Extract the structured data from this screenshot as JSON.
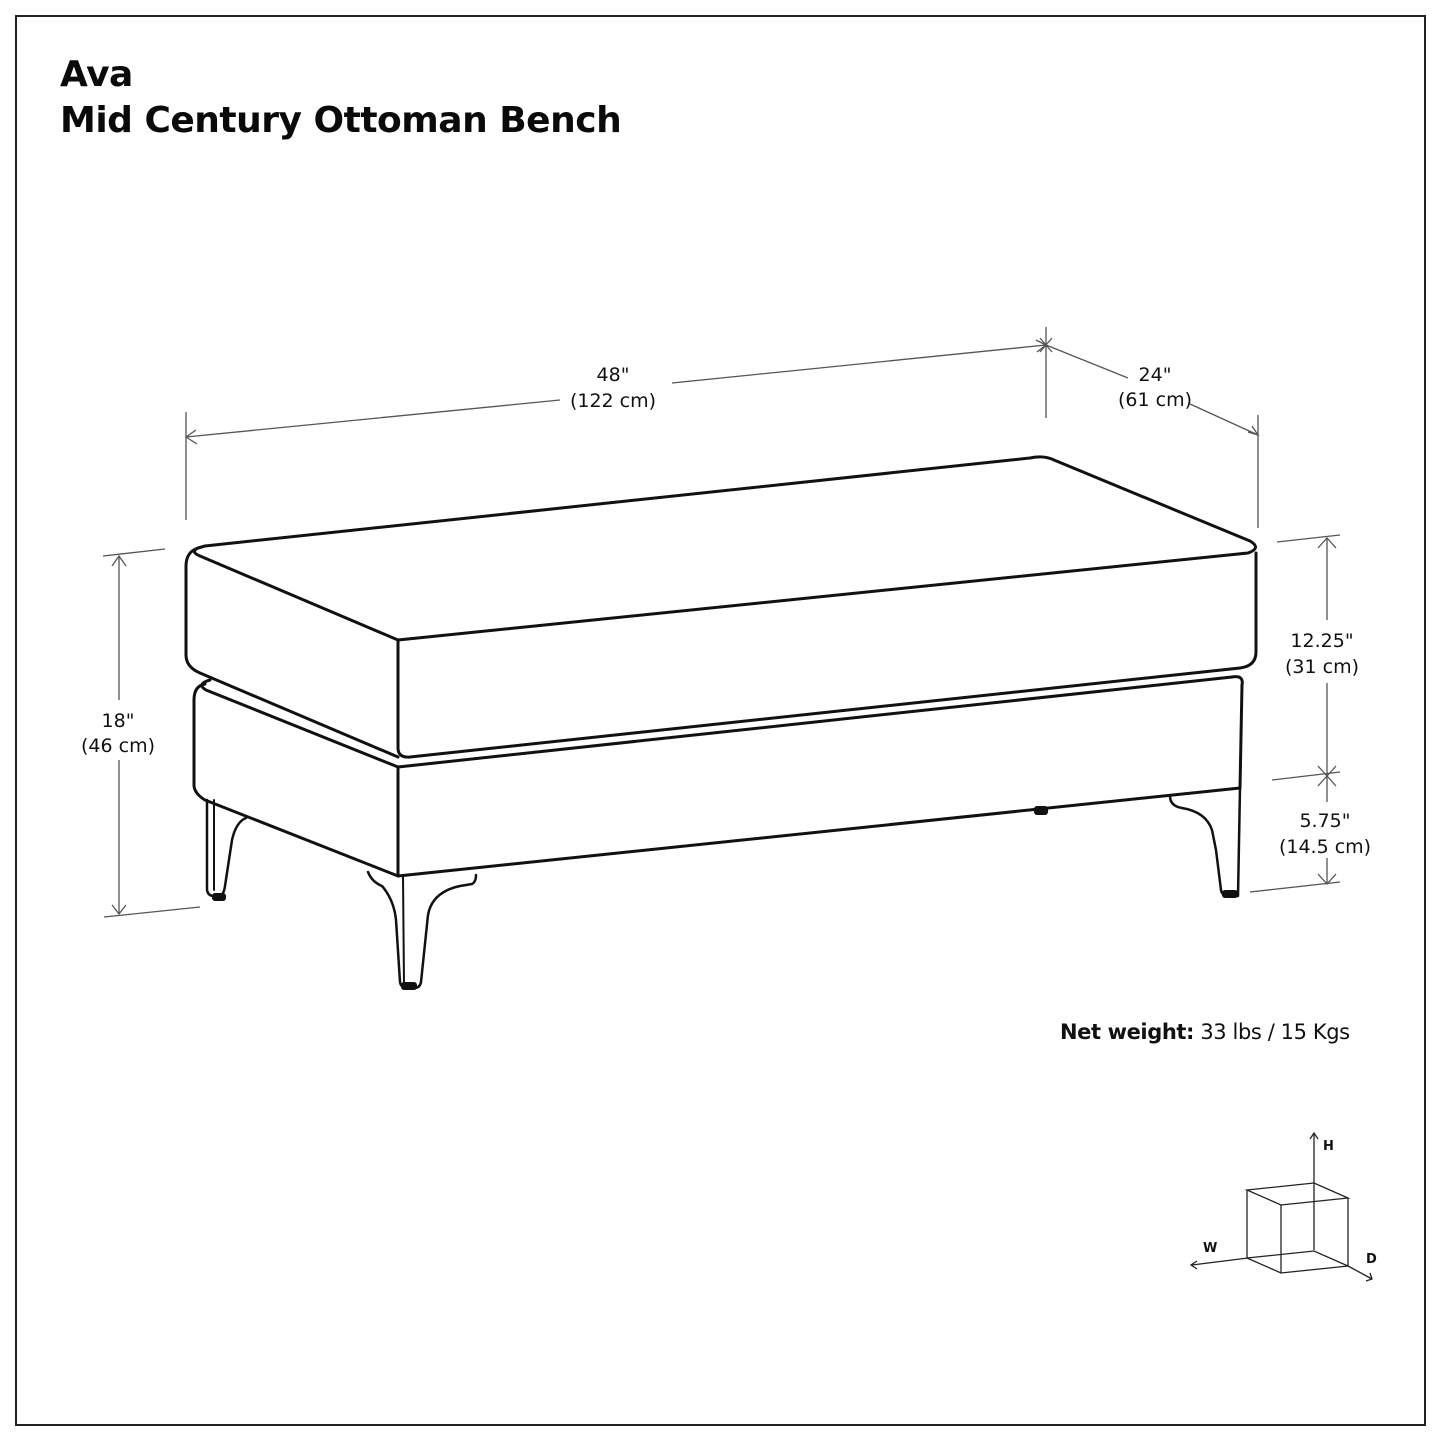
{
  "title": {
    "line1": "Ava",
    "line2": "Mid Century Ottoman Bench"
  },
  "dimensions": {
    "width": {
      "imperial": "48\"",
      "metric": "(122 cm)"
    },
    "depth": {
      "imperial": "24\"",
      "metric": "(61 cm)"
    },
    "overall_height": {
      "imperial": "18\"",
      "metric": "(46 cm)"
    },
    "cushion_height": {
      "imperial": "12.25\"",
      "metric": "(31 cm)"
    },
    "leg_height": {
      "imperial": "5.75\"",
      "metric": "(14.5 cm)"
    }
  },
  "axis_legend": {
    "h": "H",
    "w": "W",
    "d": "D"
  },
  "weight": {
    "label": "Net weight:",
    "value": "33 lbs / 15 Kgs"
  },
  "colors": {
    "line": "#111111",
    "dimension_line": "#555555",
    "background": "#ffffff"
  }
}
